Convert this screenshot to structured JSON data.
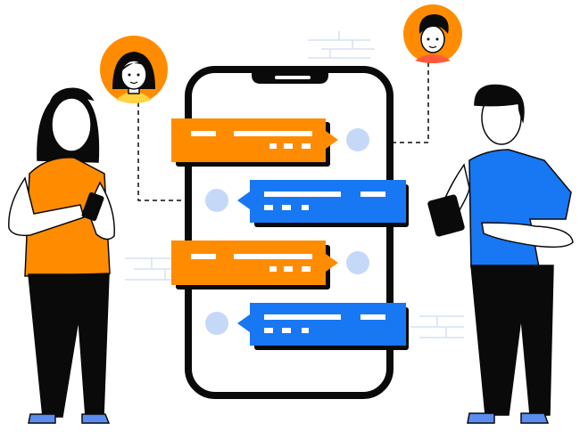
{
  "colors": {
    "orange": "#FF8C00",
    "blue": "#1877F2",
    "light_blue": "#C5D8F7",
    "black": "#0A0A0A",
    "skin": "#FFFFFF",
    "shoe": "#5B8DEF",
    "bricks": "#D6E2F0"
  },
  "chat_messages": [
    {
      "side": "left",
      "color": "orange"
    },
    {
      "side": "right",
      "color": "blue"
    },
    {
      "side": "left",
      "color": "orange"
    },
    {
      "side": "right",
      "color": "blue"
    }
  ]
}
